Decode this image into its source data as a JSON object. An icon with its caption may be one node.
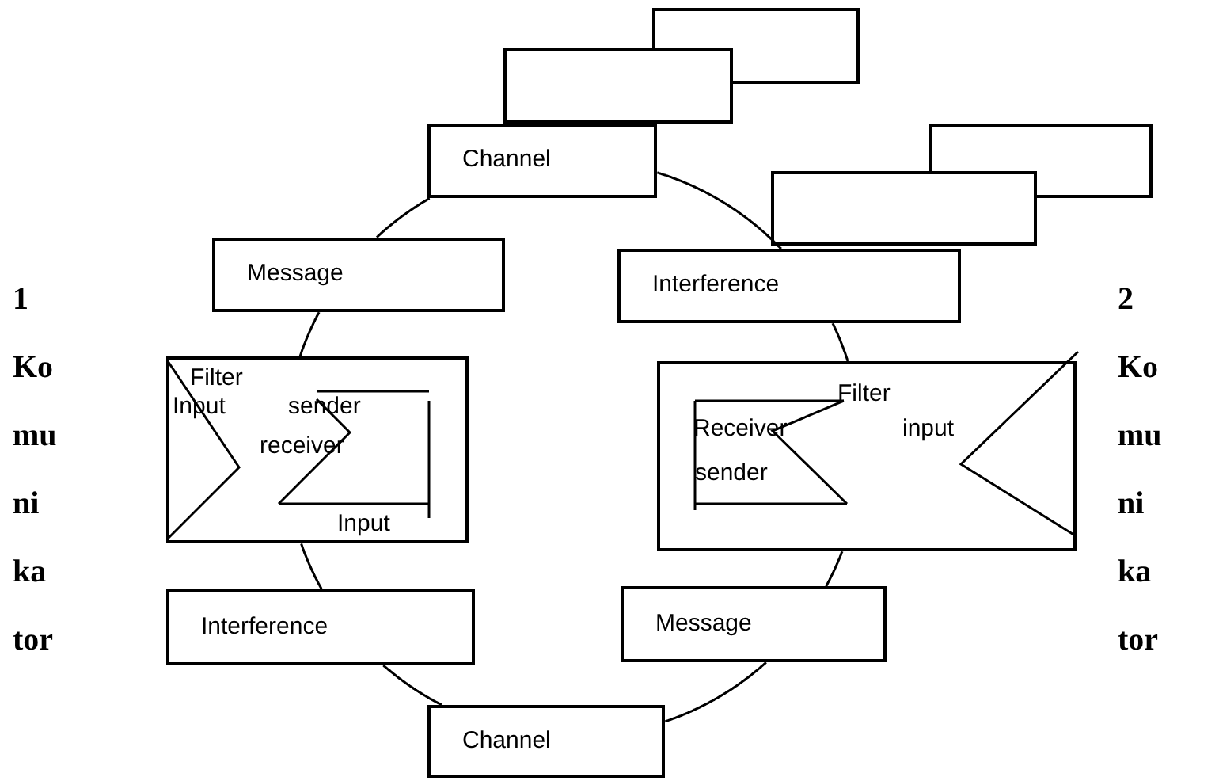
{
  "diagram": {
    "nodes": [
      {
        "text": [],
        "shape": "box"
      },
      {
        "text": [],
        "shape": "box"
      },
      {
        "text": [
          "Channel"
        ]
      },
      {
        "text": [],
        "shape": "box"
      },
      {
        "text": [],
        "shape": "box"
      },
      {
        "text": [
          "Message"
        ]
      },
      {
        "text": [
          "Interference"
        ]
      },
      {
        "text": [
          "Filter",
          "Input",
          "sender",
          "receiver",
          "Input"
        ]
      },
      {
        "text": [
          "Filter",
          "Receiver",
          "input",
          "sender"
        ]
      },
      {
        "text": [
          "Interference"
        ]
      },
      {
        "text": [
          "Message"
        ]
      },
      {
        "text": [
          "Channel"
        ]
      }
    ],
    "edges": [
      {
        "from": 2,
        "to": 6,
        "arrow": "none"
      },
      {
        "from": 6,
        "to": 8,
        "arrow": "none"
      },
      {
        "from": 8,
        "to": 10,
        "arrow": "none"
      },
      {
        "from": 10,
        "to": 11,
        "arrow": "none"
      },
      {
        "from": 11,
        "to": 9,
        "arrow": "none"
      },
      {
        "from": 9,
        "to": 7,
        "arrow": "none"
      },
      {
        "from": 7,
        "to": 5,
        "arrow": "none"
      },
      {
        "from": 5,
        "to": 2,
        "arrow": "none"
      }
    ],
    "labels": [
      "1 Ko mu ni ka tor",
      "2 Ko mu ni ka tor"
    ]
  }
}
